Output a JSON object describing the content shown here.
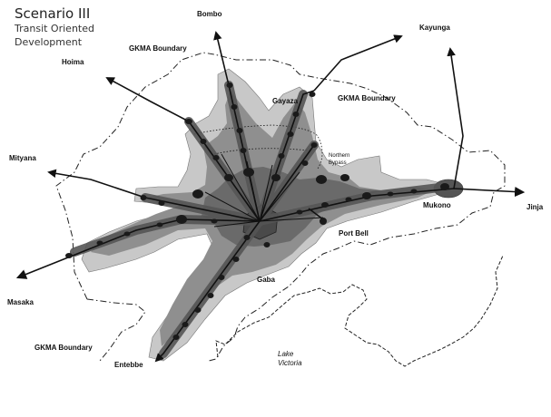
{
  "title": {
    "main": "Scenario III",
    "line1": "Transit Oriented",
    "line2": "Development"
  },
  "places": {
    "bombo": "Bombo",
    "kayunga": "Kayunga",
    "gkma_top": "GKMA Boundary",
    "hoima": "Hoima",
    "gayaza": "Gayaza",
    "gkma_right": "GKMA Boundary",
    "northern_bypass_1": "Northern",
    "northern_bypass_2": "Bypass",
    "mityana": "Mityana",
    "mukono": "Mukono",
    "jinja": "Jinja",
    "port_bell": "Port Bell",
    "gaba": "Gaba",
    "masaka": "Masaka",
    "gkma_bottom": "GKMA Boundary",
    "entebbe": "Entebbe",
    "lake_1": "Lake",
    "lake_2": "Victoria"
  },
  "colors": {
    "outer_zone": "#c8c8c8",
    "mid_zone": "#8f8f8f",
    "inner_zone": "#6a6a6a",
    "core": "#4a4a4a",
    "corridor": "#555555",
    "station": "#1a1a1a",
    "boundary": "#222222"
  }
}
